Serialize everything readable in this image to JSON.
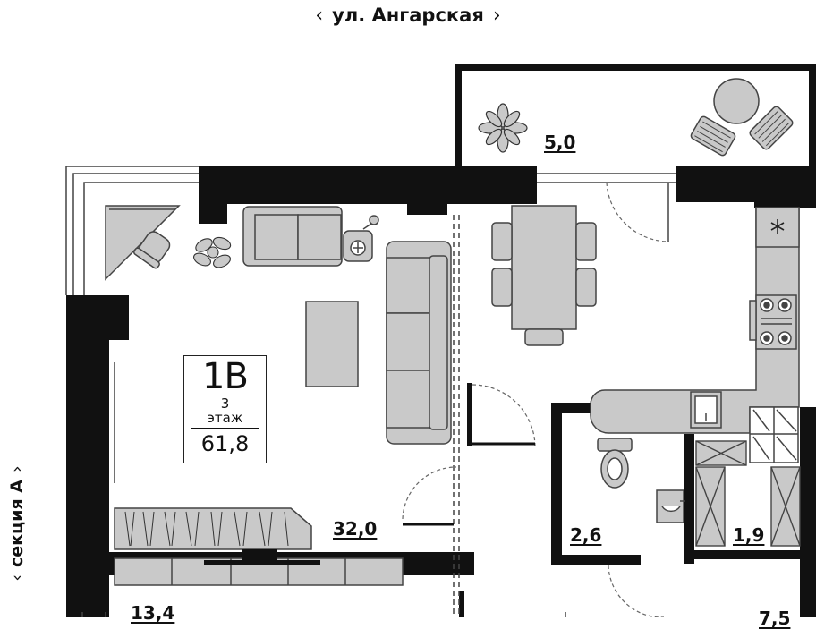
{
  "street": {
    "prev_glyph": "‹",
    "name": "ул. Ангарская",
    "next_glyph": "›"
  },
  "section": {
    "prev_glyph": "‹",
    "name": "секция А",
    "next_glyph": "›"
  },
  "apartment": {
    "code": "1В",
    "floor_number": "3",
    "floor_word": "этаж",
    "total_area": "61,8"
  },
  "rooms": [
    {
      "id": "balcony",
      "area": "5,0"
    },
    {
      "id": "living",
      "area": "32,0"
    },
    {
      "id": "bathroom",
      "area": "2,6"
    },
    {
      "id": "storage",
      "area": "1,9"
    },
    {
      "id": "bedroom",
      "area": "13,4"
    },
    {
      "id": "hall",
      "area": "7,5"
    }
  ],
  "colors": {
    "wall": "#111111",
    "furniture": "#c9c9c9",
    "furniture_stroke": "#444444",
    "background": "#ffffff"
  },
  "icons": [
    "plant-icon",
    "chair-icon",
    "snowflake-icon",
    "stove-icon",
    "sink-icon",
    "toilet-icon",
    "door-swing-icon",
    "tv-icon"
  ]
}
